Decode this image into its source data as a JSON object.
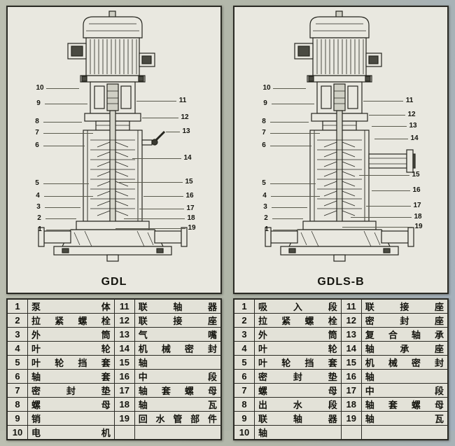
{
  "colors": {
    "page_bg": "#b2b6a9",
    "paper": "#e9e8e0",
    "ink": "#14140e",
    "table_bg": "#e3e2d8"
  },
  "diagrams": [
    {
      "caption": "GDL",
      "callouts_left": [
        "10",
        "9",
        "8",
        "7",
        "6",
        "5",
        "4",
        "3",
        "2",
        "1"
      ],
      "callouts_right": [
        "11",
        "12",
        "13",
        "14",
        "15",
        "16",
        "17",
        "18",
        "19"
      ]
    },
    {
      "caption": "GDLS-B",
      "callouts_left": [
        "10",
        "9",
        "8",
        "7",
        "6",
        "5",
        "4",
        "3",
        "2",
        "1"
      ],
      "callouts_right": [
        "11",
        "12",
        "13",
        "14",
        "15",
        "16",
        "17",
        "18",
        "19"
      ]
    }
  ],
  "tables": [
    {
      "title": "GDL",
      "rows": [
        [
          "1",
          "泵体",
          "11",
          "联轴器"
        ],
        [
          "2",
          "拉紧螺栓",
          "12",
          "联接座"
        ],
        [
          "3",
          "外筒",
          "13",
          "气嘴"
        ],
        [
          "4",
          "叶轮",
          "14",
          "机械密封"
        ],
        [
          "5",
          "叶轮挡套",
          "15",
          "轴"
        ],
        [
          "6",
          "轴套",
          "16",
          "中段"
        ],
        [
          "7",
          "密封垫",
          "17",
          "轴套螺母"
        ],
        [
          "8",
          "螺母",
          "18",
          "轴瓦"
        ],
        [
          "9",
          "销",
          "19",
          "回水管部件"
        ],
        [
          "10",
          "电机",
          "",
          ""
        ]
      ]
    },
    {
      "title": "GDLS-B",
      "rows": [
        [
          "1",
          "吸入段",
          "11",
          "联接座"
        ],
        [
          "2",
          "拉紧螺栓",
          "12",
          "密封座"
        ],
        [
          "3",
          "外筒",
          "13",
          "复合轴承"
        ],
        [
          "4",
          "叶轮",
          "14",
          "轴承座"
        ],
        [
          "5",
          "叶轮挡套",
          "15",
          "机械密封"
        ],
        [
          "6",
          "密封垫",
          "16",
          "轴"
        ],
        [
          "7",
          "螺母",
          "17",
          "中段"
        ],
        [
          "8",
          "出水段",
          "18",
          "轴套螺母"
        ],
        [
          "9",
          "联轴器",
          "19",
          "轴瓦"
        ],
        [
          "10",
          "轴",
          "",
          ""
        ]
      ]
    }
  ]
}
